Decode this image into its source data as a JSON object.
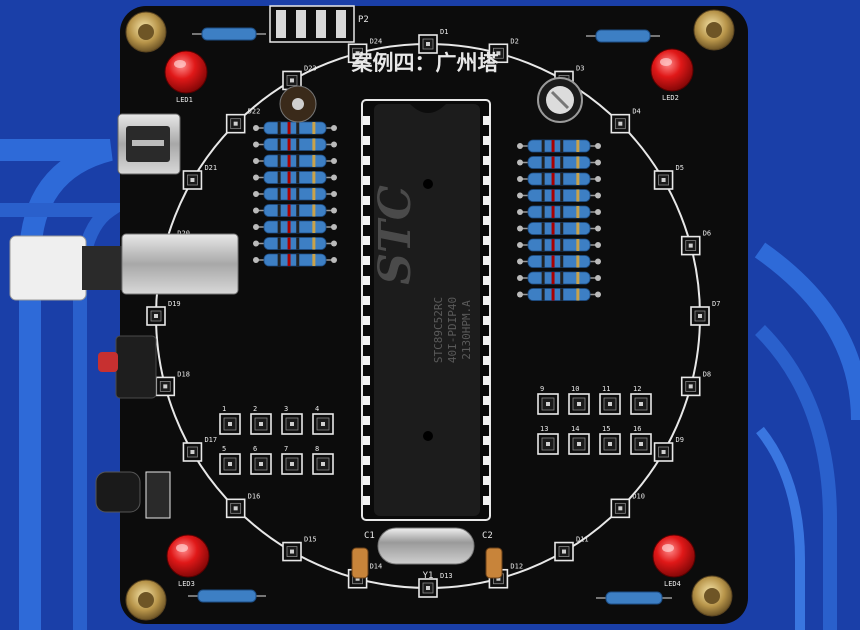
{
  "board": {
    "title": "案例四：广州塔",
    "chip_brand": "STC",
    "chip_marking": [
      "STC89C52RC",
      "40I-PDIP40",
      "2130HPM.A"
    ],
    "header_label": "P2",
    "crystal_label": "Y1",
    "cap_labels": [
      "C1",
      "C2"
    ]
  },
  "ring_leds": [
    "D1",
    "D2",
    "D3",
    "D4",
    "D5",
    "D6",
    "D7",
    "D8",
    "D9",
    "D10",
    "D11",
    "D12",
    "D13",
    "D14",
    "D15",
    "D16",
    "D17",
    "D18",
    "D19",
    "D20",
    "D21",
    "D22",
    "D23",
    "D24"
  ],
  "grid_left": [
    "1",
    "2",
    "3",
    "4",
    "5",
    "6",
    "7",
    "8"
  ],
  "grid_right": [
    "9",
    "10",
    "11",
    "12",
    "13",
    "14",
    "15",
    "16"
  ],
  "corner_leds": [
    "LED1",
    "LED2",
    "LED3",
    "LED4"
  ],
  "colors": {
    "pcb": "#0c0c0c",
    "backdrop": "#1a3fa8",
    "silkscreen": "#e8e8e8",
    "led_red": "#e01818",
    "resistor": "#3d7fc4"
  }
}
